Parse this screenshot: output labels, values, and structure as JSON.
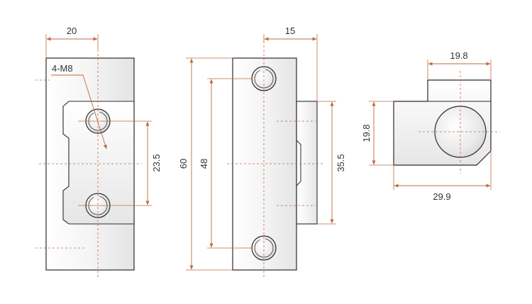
{
  "colors": {
    "outline": "#2b2b2b",
    "dimension": "#c06a3c",
    "centerline": "#c06a3c",
    "metal_light": "#f7f7f7",
    "metal_mid": "#e2e2e2",
    "text": "#333333"
  },
  "views": {
    "front": {
      "width_label": "20",
      "thread_label": "4-M8",
      "hole_spacing_label": "23.5"
    },
    "side": {
      "width_label": "15",
      "height_label": "60",
      "hole_spacing_label": "48",
      "flange_height_label": "35.5"
    },
    "top": {
      "width_label": "19.8",
      "height_label": "19.8",
      "total_width_label": "29.9"
    }
  }
}
